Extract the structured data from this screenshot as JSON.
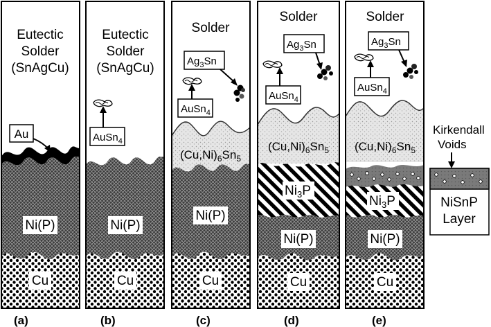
{
  "panels": [
    {
      "label": "(a)",
      "solder_lines": [
        "Eutectic",
        "Solder",
        "(SnAgCu)"
      ],
      "au_box": "Au",
      "nip": "Ni(P)",
      "cu": "Cu"
    },
    {
      "label": "(b)",
      "solder_lines": [
        "Eutectic",
        "Solder",
        "(SnAgCu)"
      ],
      "ausn4_box": "AuSn",
      "nip": "Ni(P)",
      "cu": "Cu"
    },
    {
      "label": "(c)",
      "solder": "Solder",
      "ag3sn_box": "Ag",
      "ausn4_box": "AuSn",
      "imc": "(Cu,Ni)",
      "nip": "Ni(P)",
      "cu": "Cu"
    },
    {
      "label": "(d)",
      "solder": "Solder",
      "ag3sn_box": "Ag",
      "ausn4_box": "AuSn",
      "imc": "(Cu,Ni)",
      "ni3p": "Ni",
      "nip": "Ni(P)",
      "cu": "Cu"
    },
    {
      "label": "(e)",
      "solder": "Solder",
      "ag3sn_box": "Ag",
      "ausn4_box": "AuSn",
      "imc": "(Cu,Ni)",
      "ni3p": "Ni",
      "nip": "Ni(P)",
      "cu": "Cu"
    }
  ],
  "subscripts": {
    "ag3sn_sub": "3",
    "ag3sn_tail": "Sn",
    "ausn4_sub": "4",
    "imc_sub1": "6",
    "imc_mid": "Sn",
    "imc_sub2": "5",
    "ni3p_sub": "3",
    "ni3p_tail": "P"
  },
  "legend": {
    "kirkendall_lines": [
      "Kirkendall",
      "Voids"
    ],
    "nisnp_lines": [
      "NiSnP",
      "Layer"
    ]
  }
}
